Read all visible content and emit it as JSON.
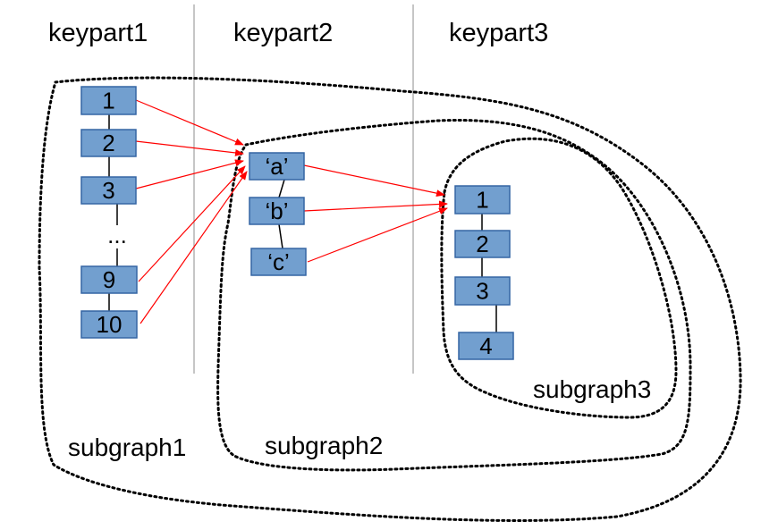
{
  "columns": [
    "keypart1",
    "keypart2",
    "keypart3"
  ],
  "subgraphs": [
    "subgraph1",
    "subgraph2",
    "subgraph3"
  ],
  "keypart1_nodes": [
    "1",
    "2",
    "3",
    "9",
    "10"
  ],
  "keypart1_ellipsis": "...",
  "keypart2_nodes": [
    "‘a’",
    "‘b’",
    "‘c’"
  ],
  "keypart3_nodes": [
    "1",
    "2",
    "3",
    "4"
  ],
  "colors": {
    "node_fill": "#729fcf",
    "node_border": "#3465a4",
    "arrow": "#ff0000",
    "divider": "#a0a0a0"
  }
}
